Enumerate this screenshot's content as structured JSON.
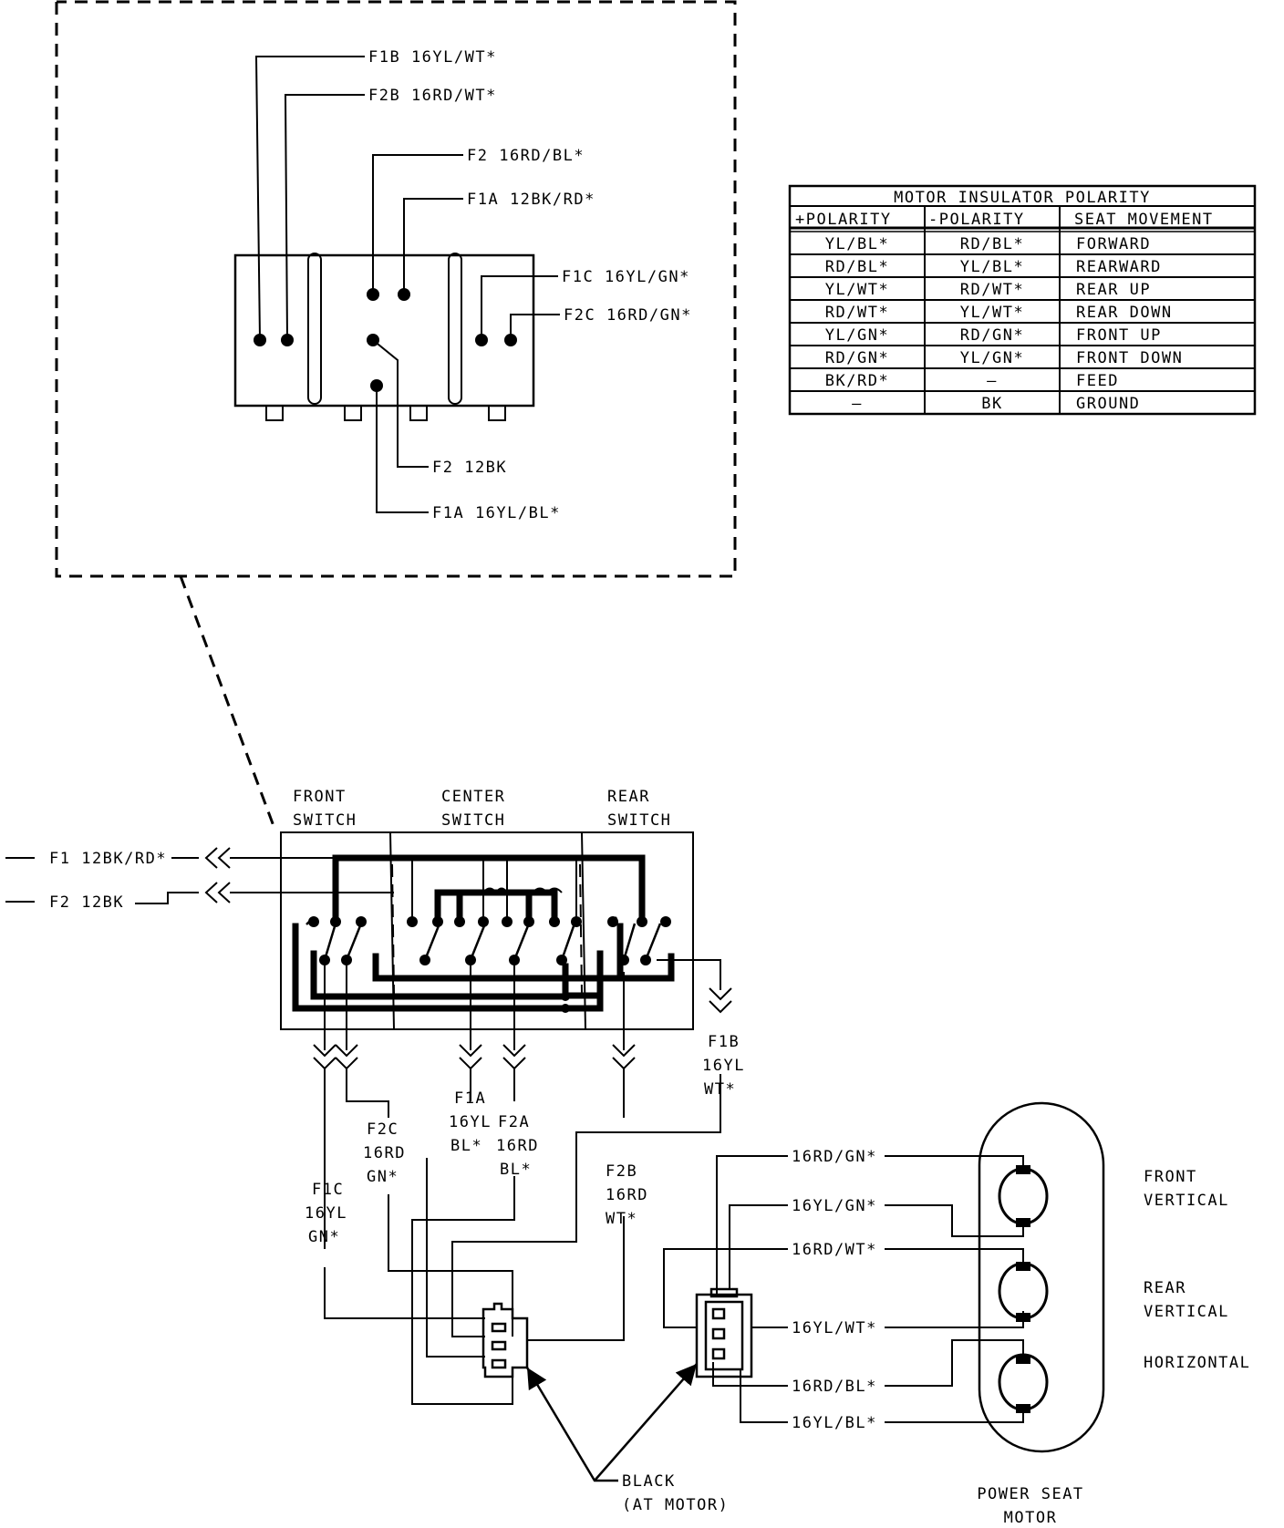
{
  "inset_labels": [
    {
      "id": "f1b",
      "text": "F1B 16YL/WT*"
    },
    {
      "id": "f2b",
      "text": "F2B 16RD/WT*"
    },
    {
      "id": "f2",
      "text": "F2 16RD/BL*"
    },
    {
      "id": "f1a",
      "text": "F1A 12BK/RD*"
    },
    {
      "id": "f1c",
      "text": "F1C 16YL/GN*"
    },
    {
      "id": "f2c",
      "text": "F2C 16RD/GN*"
    },
    {
      "id": "f2bk",
      "text": "F2 12BK"
    },
    {
      "id": "f1a16",
      "text": "F1A 16YL/BL*"
    }
  ],
  "polarity_table": {
    "title": "MOTOR INSULATOR POLARITY",
    "headers": [
      "+POLARITY",
      "-POLARITY",
      "SEAT MOVEMENT"
    ],
    "rows": [
      [
        "YL/BL*",
        "RD/BL*",
        "FORWARD"
      ],
      [
        "RD/BL*",
        "YL/BL*",
        "REARWARD"
      ],
      [
        "YL/WT*",
        "RD/WT*",
        "REAR UP"
      ],
      [
        "RD/WT*",
        "YL/WT*",
        "REAR DOWN"
      ],
      [
        "YL/GN*",
        "RD/GN*",
        "FRONT UP"
      ],
      [
        "RD/GN*",
        "YL/GN*",
        "FRONT DOWN"
      ],
      [
        "BK/RD*",
        "—",
        "FEED"
      ],
      [
        "—",
        "BK",
        "GROUND"
      ]
    ]
  },
  "switch_labels": {
    "front_1": "FRONT",
    "front_2": "SWITCH",
    "center_1": "CENTER",
    "center_2": "SWITCH",
    "rear_1": "REAR",
    "rear_2": "SWITCH"
  },
  "input_wires": {
    "f1": "F1 12BK/RD*",
    "f2": "F2 12BK"
  },
  "output_labels": {
    "f1b": [
      "F1B",
      "16YL",
      "WT*"
    ],
    "f1a": [
      "F1A",
      "16YL",
      "BL*"
    ],
    "f2a": [
      "F2A",
      "16RD",
      "BL*"
    ],
    "f2c": [
      "F2C",
      "16RD",
      "GN*"
    ],
    "f1c": [
      "F1C",
      "16YL",
      "GN*"
    ],
    "f2b": [
      "F2B",
      "16RD",
      "WT*"
    ]
  },
  "motor_wires": [
    {
      "id": "m1",
      "text": "16RD/GN*"
    },
    {
      "id": "m2",
      "text": "16YL/GN*"
    },
    {
      "id": "m3",
      "text": "16RD/WT*"
    },
    {
      "id": "m4",
      "text": "16YL/WT*"
    },
    {
      "id": "m5",
      "text": "16RD/BL*"
    },
    {
      "id": "m6",
      "text": "16YL/BL*"
    }
  ],
  "motor_labels": {
    "front_1": "FRONT",
    "front_2": "VERTICAL",
    "rear_1": "REAR",
    "rear_2": "VERTICAL",
    "horizontal": "HORIZONTAL"
  },
  "connector_note": {
    "line1": "BLACK",
    "line2": "(AT MOTOR)"
  },
  "power_seat": {
    "line1": "POWER SEAT",
    "line2": "MOTOR"
  }
}
